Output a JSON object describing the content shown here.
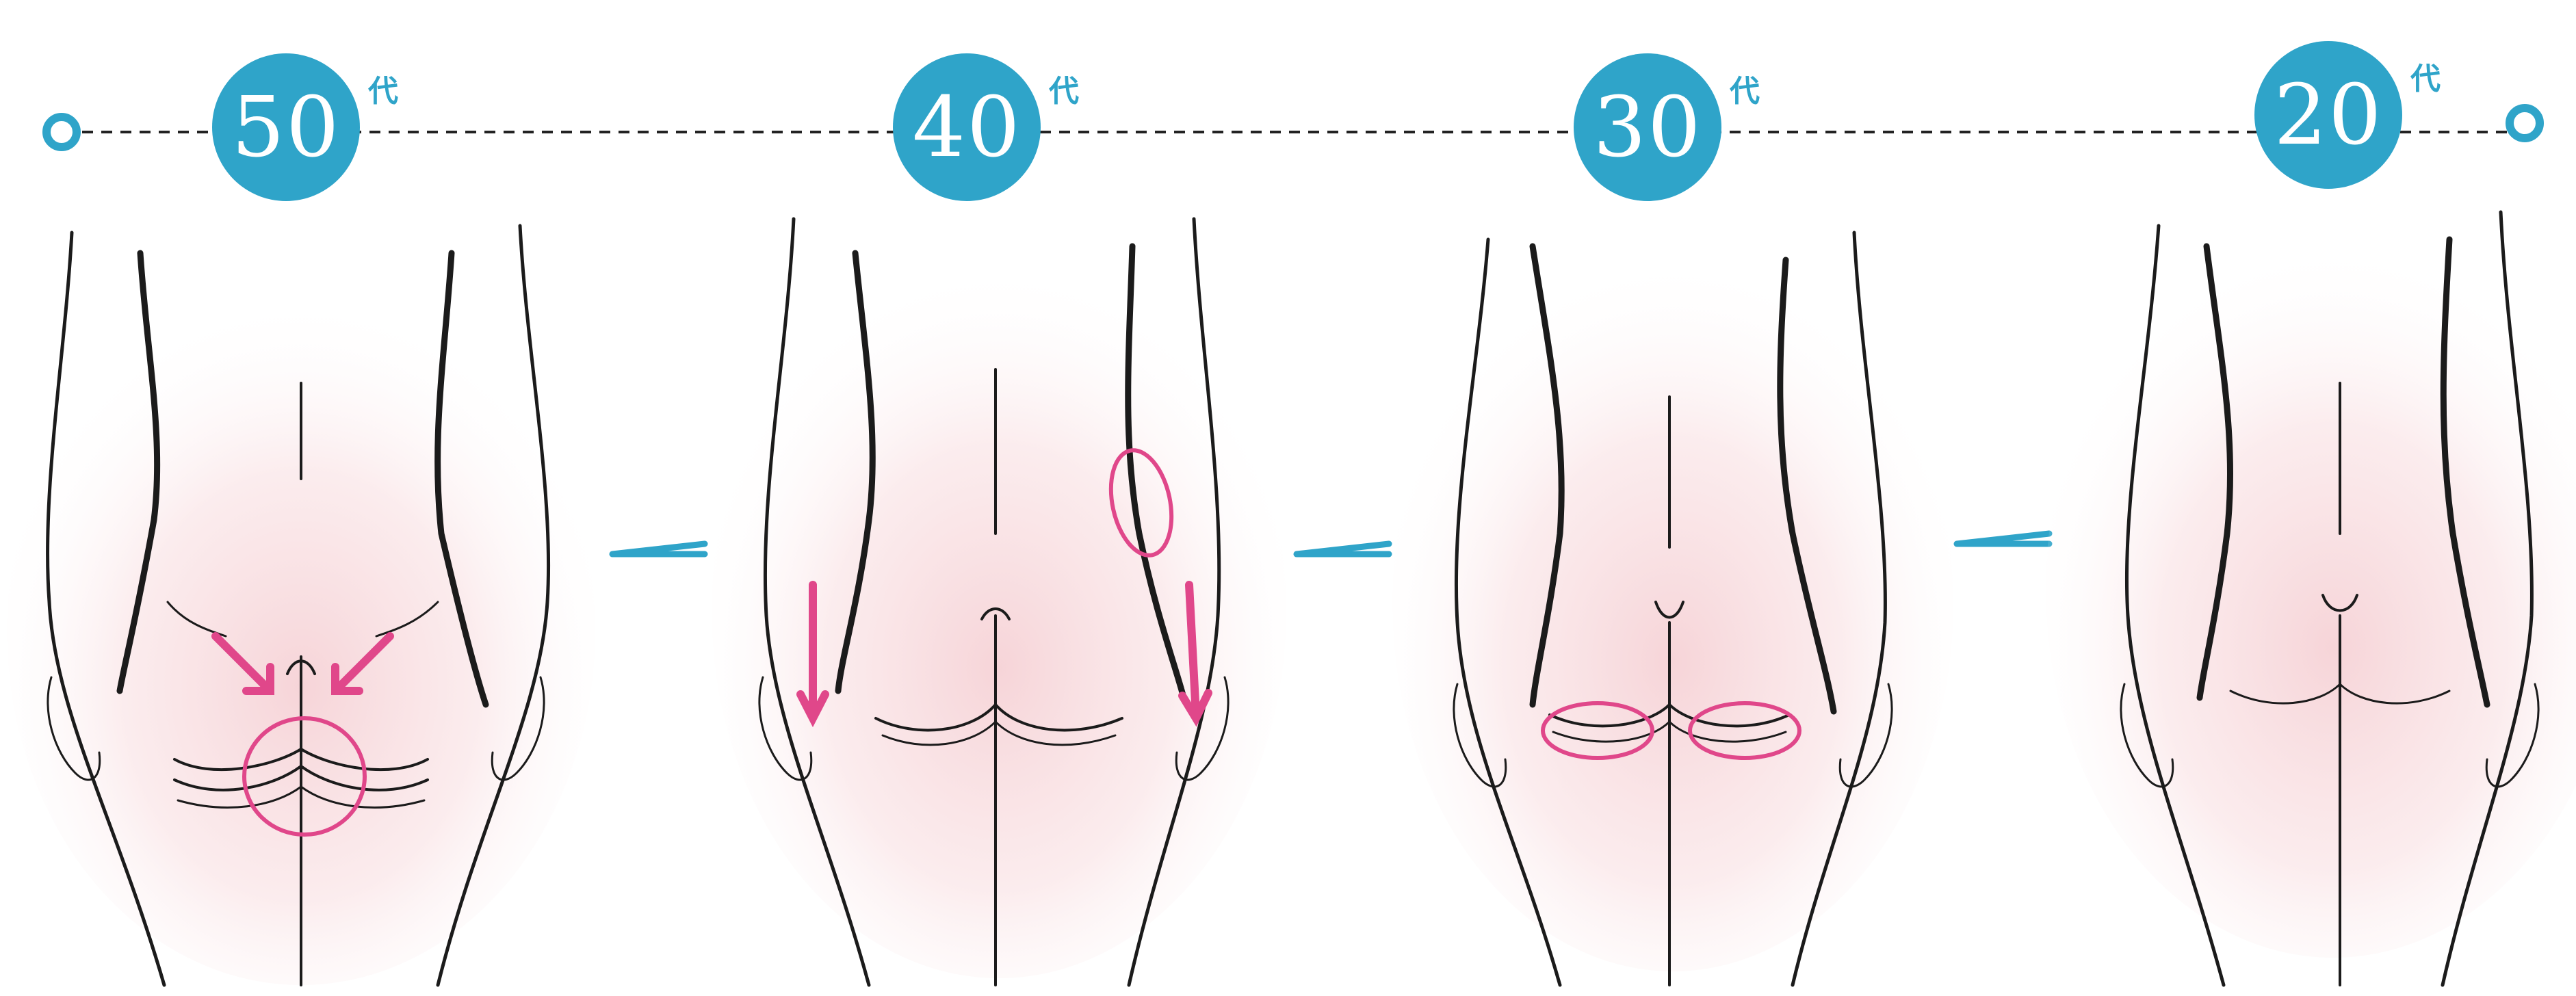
{
  "colors": {
    "accent_blue": "#2fa4c9",
    "highlight_pink": "#e0478a",
    "skin_tint": "#f8dfe2",
    "line_ink": "#1b1b1b",
    "background": "#ffffff"
  },
  "timeline": {
    "stages": [
      {
        "number": "50",
        "suffix": "代",
        "marker": "converging-arrows-and-circle"
      },
      {
        "number": "40",
        "suffix": "代",
        "marker": "hip-oval-and-downward-arrows"
      },
      {
        "number": "30",
        "suffix": "代",
        "marker": "under-buttock-ovals"
      },
      {
        "number": "20",
        "suffix": "代",
        "marker": "none"
      }
    ],
    "progression_arrow_count": 3
  }
}
